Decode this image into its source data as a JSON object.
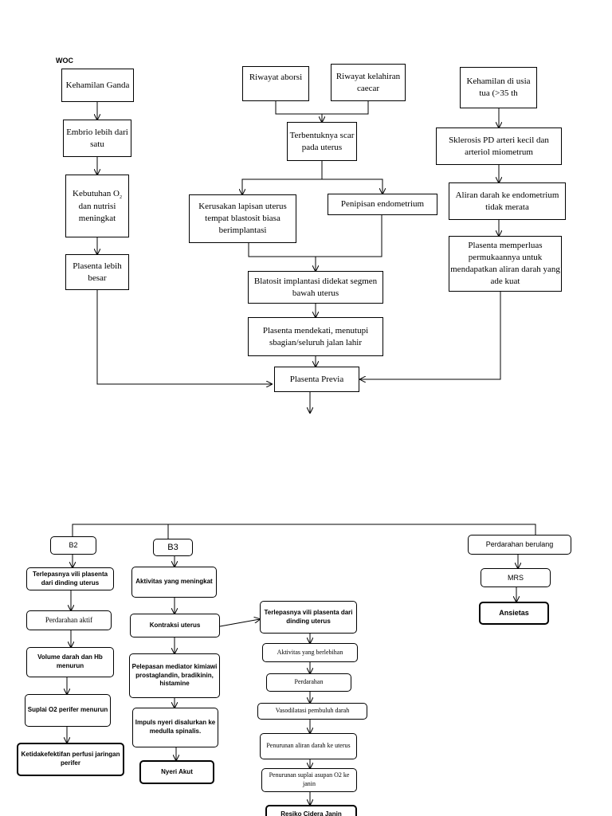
{
  "top": {
    "title": "WOC",
    "boxes": {
      "kehamilan_ganda": "Kehamilan Ganda",
      "embrio": "Embrio lebih dari satu",
      "kebutuhan_pre": "Kebutuhan O",
      "kebutuhan_sub": "2",
      "kebutuhan_post": " dan nutrisi meningkat",
      "plasenta_besar": "Plasenta lebih besar",
      "riwayat_aborsi": "Riwayat aborsi",
      "riwayat_caecar": "Riwayat kelahiran caecar",
      "scar": "Terbentuknya scar pada uterus",
      "kerusakan": "Kerusakan lapisan uterus tempat blastosit biasa berimplantasi",
      "penipisan": "Penipisan endometrium",
      "blatosit": "Blatosit implantasi didekat segmen bawah uterus",
      "mendekati": "Plasenta mendekati, menutupi sbagian/seluruh jalan lahir",
      "previa": "Plasenta Previa",
      "kehamilan_tua": "Kehamilan di usia tua (>35 th",
      "sklerosis": "Sklerosis PD arteri kecil dan arteriol miometrum",
      "aliran": "Aliran darah ke endometrium tidak merata",
      "memperluas": "Plasenta memperluas permukaannya untuk mendapatkan aliran darah yang ade kuat"
    }
  },
  "bottom": {
    "b2": {
      "label": "B2",
      "terlepas": "Terlepasnya vili plasenta dari dinding uterus",
      "perdarahan_aktif": "Perdarahan aktif",
      "volume": "Volume darah dan Hb menurun",
      "suplai": "Suplai O2 perifer menurun",
      "diagnosis": "Ketidakefektifan perfusi jaringan perifer"
    },
    "b3": {
      "label": "B3",
      "aktivitas": "Aktivitas yang meningkat",
      "kontraksi": "Kontraksi uterus",
      "pelepasan": "Pelepasan mediator kimiawi prostaglandin, bradikinin, histamine",
      "impuls": "Impuls nyeri disalurkan ke medulla spinalis.",
      "diagnosis": "Nyeri Akut"
    },
    "mid": {
      "terlepas": "Terlepasnya vili plasenta dari dinding uterus",
      "aktivitas_lebih": "Aktivitas yang berlebihan",
      "perdarahan": "Perdarahan",
      "vasodilatasi": "Vasodilatasi pembuluh darah",
      "penurunan_aliran": "Penurunan aliran darah ke uterus",
      "penurunan_suplai": "Penurunan suplai asupan O2 ke janin",
      "diagnosis": "Resiko Cidera Janin"
    },
    "right": {
      "perdarahan_berulang": "Perdarahan berulang",
      "mrs": "MRS",
      "diagnosis": "Ansietas"
    }
  }
}
